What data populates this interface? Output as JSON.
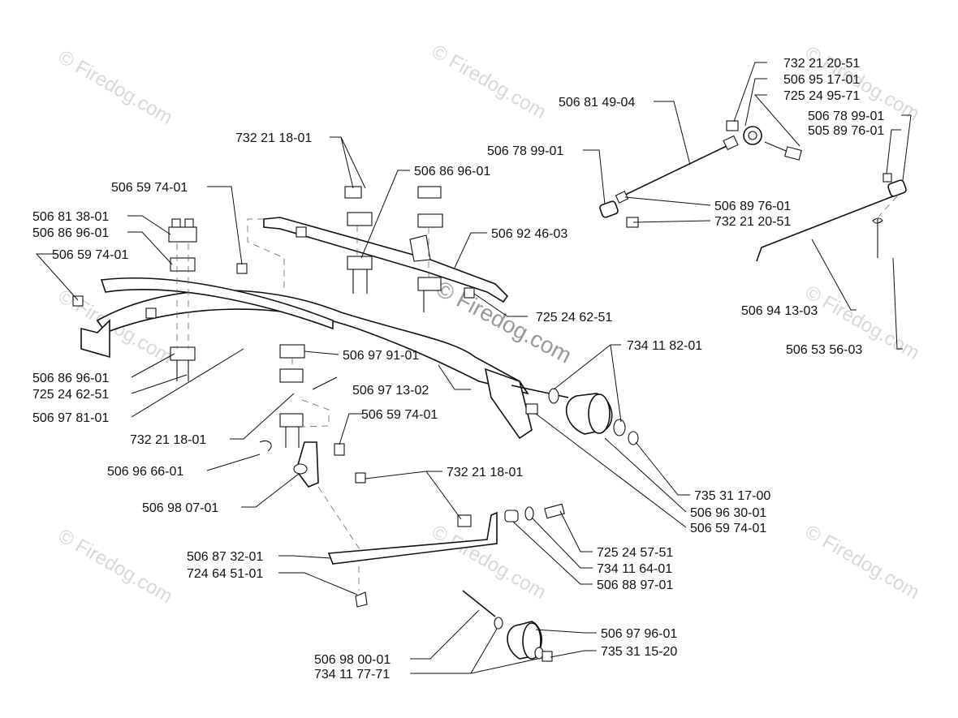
{
  "watermark": {
    "text": "© Firedog.com"
  },
  "labels": [
    {
      "id": "l01",
      "text": "732 21 20-51"
    },
    {
      "id": "l02",
      "text": "506 95 17-01"
    },
    {
      "id": "l03",
      "text": "725 24 95-71"
    },
    {
      "id": "l04",
      "text": "506 81 49-04"
    },
    {
      "id": "l05",
      "text": "506 78 99-01"
    },
    {
      "id": "l06",
      "text": "505 89 76-01"
    },
    {
      "id": "l07",
      "text": "506 78 99-01"
    },
    {
      "id": "l08",
      "text": "506 89 76-01"
    },
    {
      "id": "l09",
      "text": "732 21 20-51"
    },
    {
      "id": "l10",
      "text": "506 94 13-03"
    },
    {
      "id": "l11",
      "text": "506 53 56-03"
    },
    {
      "id": "l12",
      "text": "732 21 18-01"
    },
    {
      "id": "l13",
      "text": "506 86 96-01"
    },
    {
      "id": "l14",
      "text": "506 59 74-01"
    },
    {
      "id": "l15",
      "text": "506 81 38-01"
    },
    {
      "id": "l16",
      "text": "506 86 96-01"
    },
    {
      "id": "l17",
      "text": "506 59 74-01"
    },
    {
      "id": "l18",
      "text": "506 92 46-03"
    },
    {
      "id": "l19",
      "text": "725 24 62-51"
    },
    {
      "id": "l20",
      "text": "734 11 82-01"
    },
    {
      "id": "l21",
      "text": "506 97 91-01"
    },
    {
      "id": "l22",
      "text": "506 97 13-02"
    },
    {
      "id": "l23",
      "text": "506 86 96-01"
    },
    {
      "id": "l24",
      "text": "725 24 62-51"
    },
    {
      "id": "l25",
      "text": "506 97 81-01"
    },
    {
      "id": "l26",
      "text": "506 59 74-01"
    },
    {
      "id": "l27",
      "text": "732 21 18-01"
    },
    {
      "id": "l28",
      "text": "506 96 66-01"
    },
    {
      "id": "l29",
      "text": "732 21 18-01"
    },
    {
      "id": "l30",
      "text": "506 98 07-01"
    },
    {
      "id": "l31",
      "text": "735 31 17-00"
    },
    {
      "id": "l32",
      "text": "506 96 30-01"
    },
    {
      "id": "l33",
      "text": "506 59 74-01"
    },
    {
      "id": "l34",
      "text": "725 24 57-51"
    },
    {
      "id": "l35",
      "text": "506 87 32-01"
    },
    {
      "id": "l36",
      "text": "734 11 64-01"
    },
    {
      "id": "l37",
      "text": "724 64 51-01"
    },
    {
      "id": "l38",
      "text": "506 88 97-01"
    },
    {
      "id": "l39",
      "text": "506 97 96-01"
    },
    {
      "id": "l40",
      "text": "735 31 15-20"
    },
    {
      "id": "l41",
      "text": "506 98 00-01"
    },
    {
      "id": "l42",
      "text": "734 11 77-71"
    }
  ]
}
